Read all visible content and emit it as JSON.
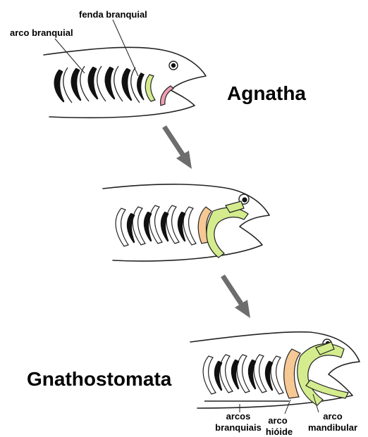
{
  "stage1": {
    "title": "Agnatha",
    "label_gill_arch": "arco branquial",
    "label_gill_slit": "fenda branquial"
  },
  "stage3": {
    "title": "Gnathostomata",
    "label_branchial_1": "arcos",
    "label_branchial_2": "branquiais",
    "label_hyoid_1": "arco",
    "label_hyoid_2": "hióide",
    "label_mandibular_1": "arco",
    "label_mandibular_2": "mandibular"
  },
  "colors": {
    "mandibular": "#d4ec8e",
    "hyoid": "#f6c894",
    "premandibular": "#ee9fb4",
    "gill_slit": "#111111",
    "outline": "#222222",
    "arrow": "#6d6d6d"
  }
}
